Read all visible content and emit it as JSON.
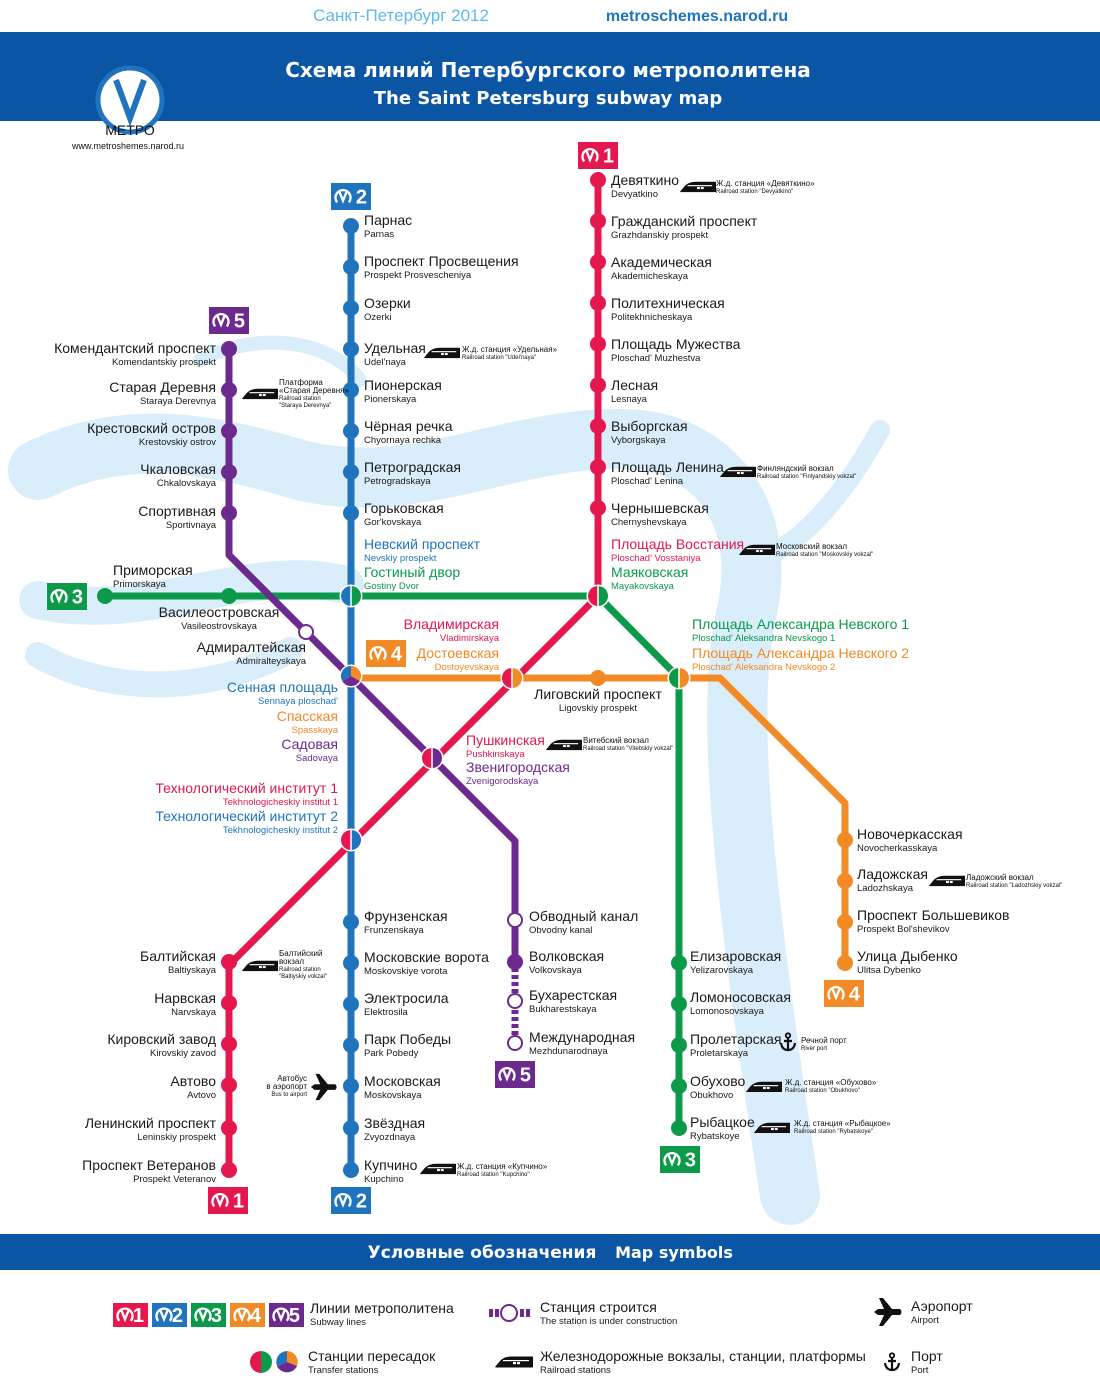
{
  "top": {
    "city_year": "Санкт-Петербург 2012",
    "site": "metroschemes.narod.ru"
  },
  "header": {
    "title_ru": "Схема линий Петербургского метрополитена",
    "title_en": "The Saint Petersburg subway map",
    "logo_text": "МЕТРО",
    "logo_url": "www.metroshemes.narod.ru"
  },
  "colors": {
    "line1": "#e4174f",
    "line2": "#1f74bd",
    "line3": "#0c9a4a",
    "line4": "#f28a25",
    "line5": "#6d2a8e",
    "band": "#0b56a4",
    "river": "#d9eefa"
  },
  "badges": {
    "1": "1",
    "2": "2",
    "3": "3",
    "4": "4",
    "5": "5"
  },
  "lines": [
    {
      "id": "1",
      "stations": [
        {
          "ru": "Девяткино",
          "en": "Devyatkino"
        },
        {
          "ru": "Гражданский проспект",
          "en": "Grazhdanskiy prospekt"
        },
        {
          "ru": "Академическая",
          "en": "Akademicheskaya"
        },
        {
          "ru": "Политехническая",
          "en": "Politekhnicheskaya"
        },
        {
          "ru": "Площадь Мужества",
          "en": "Ploschad' Muzhestva"
        },
        {
          "ru": "Лесная",
          "en": "Lesnaya"
        },
        {
          "ru": "Выборгская",
          "en": "Vyborgskaya"
        },
        {
          "ru": "Площадь Ленина",
          "en": "Ploschad' Lenina"
        },
        {
          "ru": "Чернышевская",
          "en": "Chernyshevskaya"
        },
        {
          "ru": "Площадь Восстания",
          "en": "Ploschad' Vosstaniya",
          "color": "#e4174f"
        },
        {
          "ru": "Владимирская",
          "en": "Vladimirskaya",
          "color": "#e4174f"
        },
        {
          "ru": "Пушкинская",
          "en": "Pushkinskaya",
          "color": "#e4174f"
        },
        {
          "ru": "Технологический институт 1",
          "en": "Tekhnologicheskiy institut 1",
          "color": "#e4174f"
        },
        {
          "ru": "Балтийская",
          "en": "Baltiyskaya"
        },
        {
          "ru": "Нарвская",
          "en": "Narvskaya"
        },
        {
          "ru": "Кировский завод",
          "en": "Kirovskiy zavod"
        },
        {
          "ru": "Автово",
          "en": "Avtovo"
        },
        {
          "ru": "Ленинский проспект",
          "en": "Leninskiy prospekt"
        },
        {
          "ru": "Проспект Ветеранов",
          "en": "Prospekt Veteranov"
        }
      ]
    },
    {
      "id": "2",
      "stations": [
        {
          "ru": "Парнас",
          "en": "Parnas"
        },
        {
          "ru": "Проспект Просвещения",
          "en": "Prospekt Prosvescheniya"
        },
        {
          "ru": "Озерки",
          "en": "Ozerki"
        },
        {
          "ru": "Удельная",
          "en": "Udel'naya"
        },
        {
          "ru": "Пионерская",
          "en": "Pionerskaya"
        },
        {
          "ru": "Чёрная речка",
          "en": "Chyornaya rechka"
        },
        {
          "ru": "Петроградская",
          "en": "Petrogradskaya"
        },
        {
          "ru": "Горьковская",
          "en": "Gor'kovskaya"
        },
        {
          "ru": "Невский проспект",
          "en": "Nevskiy prospekt",
          "color": "#1f74bd"
        },
        {
          "ru": "Сенная площадь",
          "en": "Sennaya ploschad'",
          "color": "#1f74bd"
        },
        {
          "ru": "Технологический институт 2",
          "en": "Tekhnologicheskiy institut 2",
          "color": "#1f74bd"
        },
        {
          "ru": "Фрунзенская",
          "en": "Frunzenskaya"
        },
        {
          "ru": "Московские ворота",
          "en": "Moskovskiye vorota"
        },
        {
          "ru": "Электросила",
          "en": "Elektrosila"
        },
        {
          "ru": "Парк Победы",
          "en": "Park Pobedy"
        },
        {
          "ru": "Московская",
          "en": "Moskovskaya"
        },
        {
          "ru": "Звёздная",
          "en": "Zvyozdnaya"
        },
        {
          "ru": "Купчино",
          "en": "Kupchino"
        }
      ]
    },
    {
      "id": "3",
      "stations": [
        {
          "ru": "Приморская",
          "en": "Primorskaya"
        },
        {
          "ru": "Василеостровская",
          "en": "Vasileostrovskaya"
        },
        {
          "ru": "Гостиный двор",
          "en": "Gostiny Dvor",
          "color": "#0c9a4a"
        },
        {
          "ru": "Маяковская",
          "en": "Mayakovskaya",
          "color": "#0c9a4a"
        },
        {
          "ru": "Площадь Александра Невского 1",
          "en": "Ploschad' Aleksandra Nevskogo 1",
          "color": "#0c9a4a"
        },
        {
          "ru": "Елизаровская",
          "en": "Yelizarovskaya"
        },
        {
          "ru": "Ломоносовская",
          "en": "Lomonosovskaya"
        },
        {
          "ru": "Пролетарская",
          "en": "Proletarskaya"
        },
        {
          "ru": "Обухово",
          "en": "Obukhovo"
        },
        {
          "ru": "Рыбацкое",
          "en": "Rybatskoye"
        }
      ]
    },
    {
      "id": "4",
      "stations": [
        {
          "ru": "Спасская",
          "en": "Spasskaya",
          "color": "#f28a25"
        },
        {
          "ru": "Достоевская",
          "en": "Dostoyevskaya",
          "color": "#f28a25"
        },
        {
          "ru": "Лиговский проспект",
          "en": "Ligovskiy prospekt"
        },
        {
          "ru": "Площадь Александра Невского 2",
          "en": "Ploschad' Aleksandra Nevskogo 2",
          "color": "#f28a25"
        },
        {
          "ru": "Новочеркасская",
          "en": "Novocherkasskaya"
        },
        {
          "ru": "Ладожская",
          "en": "Ladozhskaya"
        },
        {
          "ru": "Проспект Большевиков",
          "en": "Prospekt Bol'shevikov"
        },
        {
          "ru": "Улица Дыбенко",
          "en": "Ulitsa Dybenko"
        }
      ]
    },
    {
      "id": "5",
      "stations": [
        {
          "ru": "Комендантский проспект",
          "en": "Komendantskiy prospekt"
        },
        {
          "ru": "Старая Деревня",
          "en": "Staraya Derevnya"
        },
        {
          "ru": "Крестовский остров",
          "en": "Krestovskiy ostrov"
        },
        {
          "ru": "Чкаловская",
          "en": "Chkalovskaya"
        },
        {
          "ru": "Спортивная",
          "en": "Sportivnaya"
        },
        {
          "ru": "Адмиралтейская",
          "en": "Admiralteyskaya"
        },
        {
          "ru": "Садовая",
          "en": "Sadovaya",
          "color": "#6d2a8e"
        },
        {
          "ru": "Звенигородская",
          "en": "Zvenigorodskaya",
          "color": "#6d2a8e"
        },
        {
          "ru": "Обводный канал",
          "en": "Obvodny kanal"
        },
        {
          "ru": "Волковская",
          "en": "Volkovskaya"
        },
        {
          "ru": "Бухарестская",
          "en": "Bukharestskaya"
        },
        {
          "ru": "Международная",
          "en": "Mezhdunarodnaya"
        }
      ]
    }
  ],
  "notes": [
    {
      "icon": "train",
      "lines": [
        "Ж.д. станция «Девяткино»"
      ],
      "en": [
        "Railroad station \"Devyatkino\""
      ]
    },
    {
      "icon": "train",
      "lines": [
        "Ж.д. станция «Удельная»"
      ],
      "en": [
        "Railroad station \"Udel'naya\""
      ]
    },
    {
      "icon": "train",
      "lines": [
        "Платформа",
        "«Старая Деревня»"
      ],
      "en": [
        "Railroad station",
        "\"Staraya Derevnya\""
      ]
    },
    {
      "icon": "train",
      "lines": [
        "Финляндский вокзал"
      ],
      "en": [
        "Railroad station \"Finlyandskiy vokzal\""
      ]
    },
    {
      "icon": "train",
      "lines": [
        "Московский вокзал"
      ],
      "en": [
        "Railroad station \"Moskovskiy vokzal\""
      ]
    },
    {
      "icon": "train",
      "lines": [
        "Витебский вокзал"
      ],
      "en": [
        "Railroad station \"Vitebskiy vokzal\""
      ]
    },
    {
      "icon": "train",
      "lines": [
        "Ладожский вокзал"
      ],
      "en": [
        "Railroad station \"Ladozhskiy vokzal\""
      ]
    },
    {
      "icon": "train",
      "lines": [
        "Балтийский",
        "вокзал"
      ],
      "en": [
        "Railroad station",
        "\"Baltiyskiy vokzal\""
      ]
    },
    {
      "icon": "train",
      "lines": [
        "Ж.д. станция «Купчино»"
      ],
      "en": [
        "Railroad station \"Kupchino\""
      ]
    },
    {
      "icon": "train",
      "lines": [
        "Ж.д. станция «Обухово»"
      ],
      "en": [
        "Railroad station \"Obukhovo\""
      ]
    },
    {
      "icon": "train",
      "lines": [
        "Ж.д. станция «Рыбацкое»"
      ],
      "en": [
        "Railroad station \"Rybatskoye\""
      ]
    },
    {
      "icon": "airplane",
      "lines": [
        "Автобус",
        "в аэропорт"
      ],
      "en": [
        "Bus to airport"
      ]
    },
    {
      "icon": "anchor",
      "lines": [
        "Речной порт"
      ],
      "en": [
        "River port"
      ]
    }
  ],
  "legend": {
    "title_ru": "Условные обозначения",
    "title_en": "Map symbols",
    "subway_lines_ru": "Линии метрополитена",
    "subway_lines_en": "Subway lines",
    "construction_ru": "Станция строится",
    "construction_en": "The station is under construction",
    "airport_ru": "Аэропорт",
    "airport_en": "Airport",
    "transfer_ru": "Станции пересадок",
    "transfer_en": "Transfer stations",
    "railroad_ru": "Железнодорожные вокзалы, станции, платформы",
    "railroad_en": "Railroad stations",
    "port_ru": "Порт",
    "port_en": "Port"
  }
}
